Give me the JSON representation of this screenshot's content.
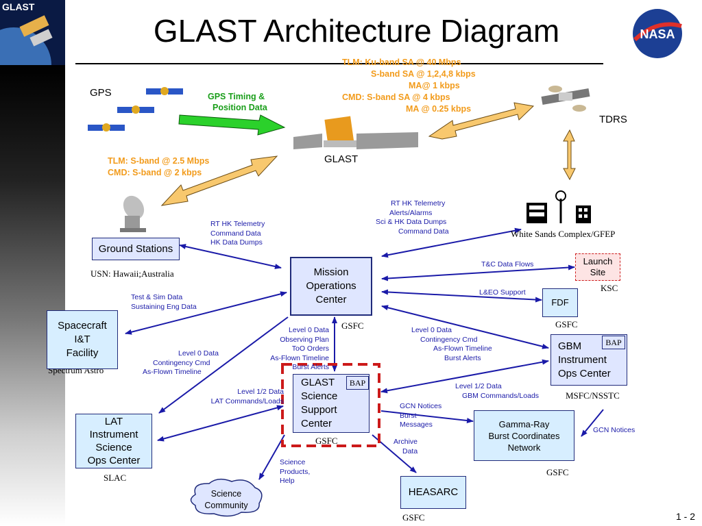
{
  "title": "GLAST Architecture Diagram",
  "logo_text": "GLAST",
  "nasa_text": "NASA",
  "labels": {
    "gps": "GPS",
    "glast": "GLAST",
    "tdrs": "TDRS",
    "gps_timing_1": "GPS Timing &",
    "gps_timing_2": "Position Data",
    "tlm_ku_1": "TLM:  Ku-band SA @ 40 Mbps",
    "tlm_ku_2": "S-band SA @ 1,2,4,8 kbps",
    "tlm_ku_3": "MA@ 1 kbps",
    "tlm_ku_4": "CMD: S-band SA @ 4 kbps",
    "tlm_ku_5": "MA @ 0.25 kbps",
    "tlm_s_1": "TLM:  S-band @ 2.5 Mbps",
    "tlm_s_2": "CMD: S-band @ 2 kbps",
    "wsc": "White Sands Complex/GFEP",
    "usn": "USN: Hawaii;Australia",
    "ksc": "KSC",
    "gsfc_fdf": "GSFC",
    "gsfc_moc": "GSFC",
    "gsfc_gssc": "GSFC",
    "gsfc_gcn": "GSFC",
    "gsfc_heasarc": "GSFC",
    "msfc": "MSFC/NSSTC",
    "spectrum": "Spectrum Astro",
    "slac": "SLAC",
    "page_number": "1 - 2"
  },
  "boxes": {
    "ground_stations": "Ground Stations",
    "moc_1": "Mission",
    "moc_2": "Operations",
    "moc_3": "Center",
    "launch_1": "Launch",
    "launch_2": "Site",
    "fdf": "FDF",
    "sit_1": "Spacecraft",
    "sit_2": "I&T",
    "sit_3": "Facility",
    "gbm_1": "GBM",
    "gbm_2": "Instrument",
    "gbm_3": "Ops Center",
    "bap": "BAP",
    "gssc_1": "GLAST",
    "gssc_2": "Science",
    "gssc_3": "Support",
    "gssc_4": "Center",
    "lat_1": "LAT",
    "lat_2": "Instrument",
    "lat_3": "Science",
    "lat_4": "Ops Center",
    "gcn_1": "Gamma-Ray",
    "gcn_2": "Burst Coordinates",
    "gcn_3": "Network",
    "heasarc": "HEASARC",
    "community_1": "Science",
    "community_2": "Community"
  },
  "flows": {
    "gs_moc_1": "RT HK Telemetry",
    "gs_moc_2": "Command Data",
    "gs_moc_3": "HK Data Dumps",
    "wsc_moc_1": "RT HK Telemetry",
    "wsc_moc_2": "Alerts/Alarms",
    "wsc_moc_3": "Sci & HK Data Dumps",
    "wsc_moc_4": "Command Data",
    "tc_flows": "T&C Data Flows",
    "leo": "L&EO Support",
    "test_1": "Test & Sim Data",
    "test_2": "Sustaining Eng Data",
    "moc_gssc_1": "Level 0 Data",
    "moc_gssc_2": "Observing Plan",
    "moc_gssc_3": "ToO Orders",
    "moc_gssc_4": "As-Flown Timeline",
    "moc_gssc_5": "Burst Alerts",
    "moc_gbm_1": "Level 0 Data",
    "moc_gbm_2": "Contingency Cmd",
    "moc_gbm_3": "As-Flown Timeline",
    "moc_gbm_4": "Burst Alerts",
    "moc_lat_1": "Level 0 Data",
    "moc_lat_2": "Contingency Cmd",
    "moc_lat_3": "As-Flown Timeline",
    "lat_gssc_1": "Level 1/2 Data",
    "lat_gssc_2": "LAT Commands/Loads",
    "gbm_gssc_1": "Level 1/2 Data",
    "gbm_gssc_2": "GBM Commands/Loads",
    "gcn_notices": "GCN Notices",
    "gssc_gcn_1": "GCN Notices",
    "gssc_gcn_2": "Burst",
    "gssc_gcn_3": "Messages",
    "archive_1": "Archive",
    "archive_2": "Data",
    "sci_prod_1": "Science",
    "sci_prod_2": "Products,",
    "sci_prod_3": "Help"
  },
  "colors": {
    "arrow_blue": "#1a1aa8",
    "box_fill": "#dfe6ff",
    "box_fill_light": "#d7eeff",
    "orange_text": "#f29b1b",
    "green_text": "#1a9e1a",
    "dashed_red": "#cc1a1a"
  }
}
